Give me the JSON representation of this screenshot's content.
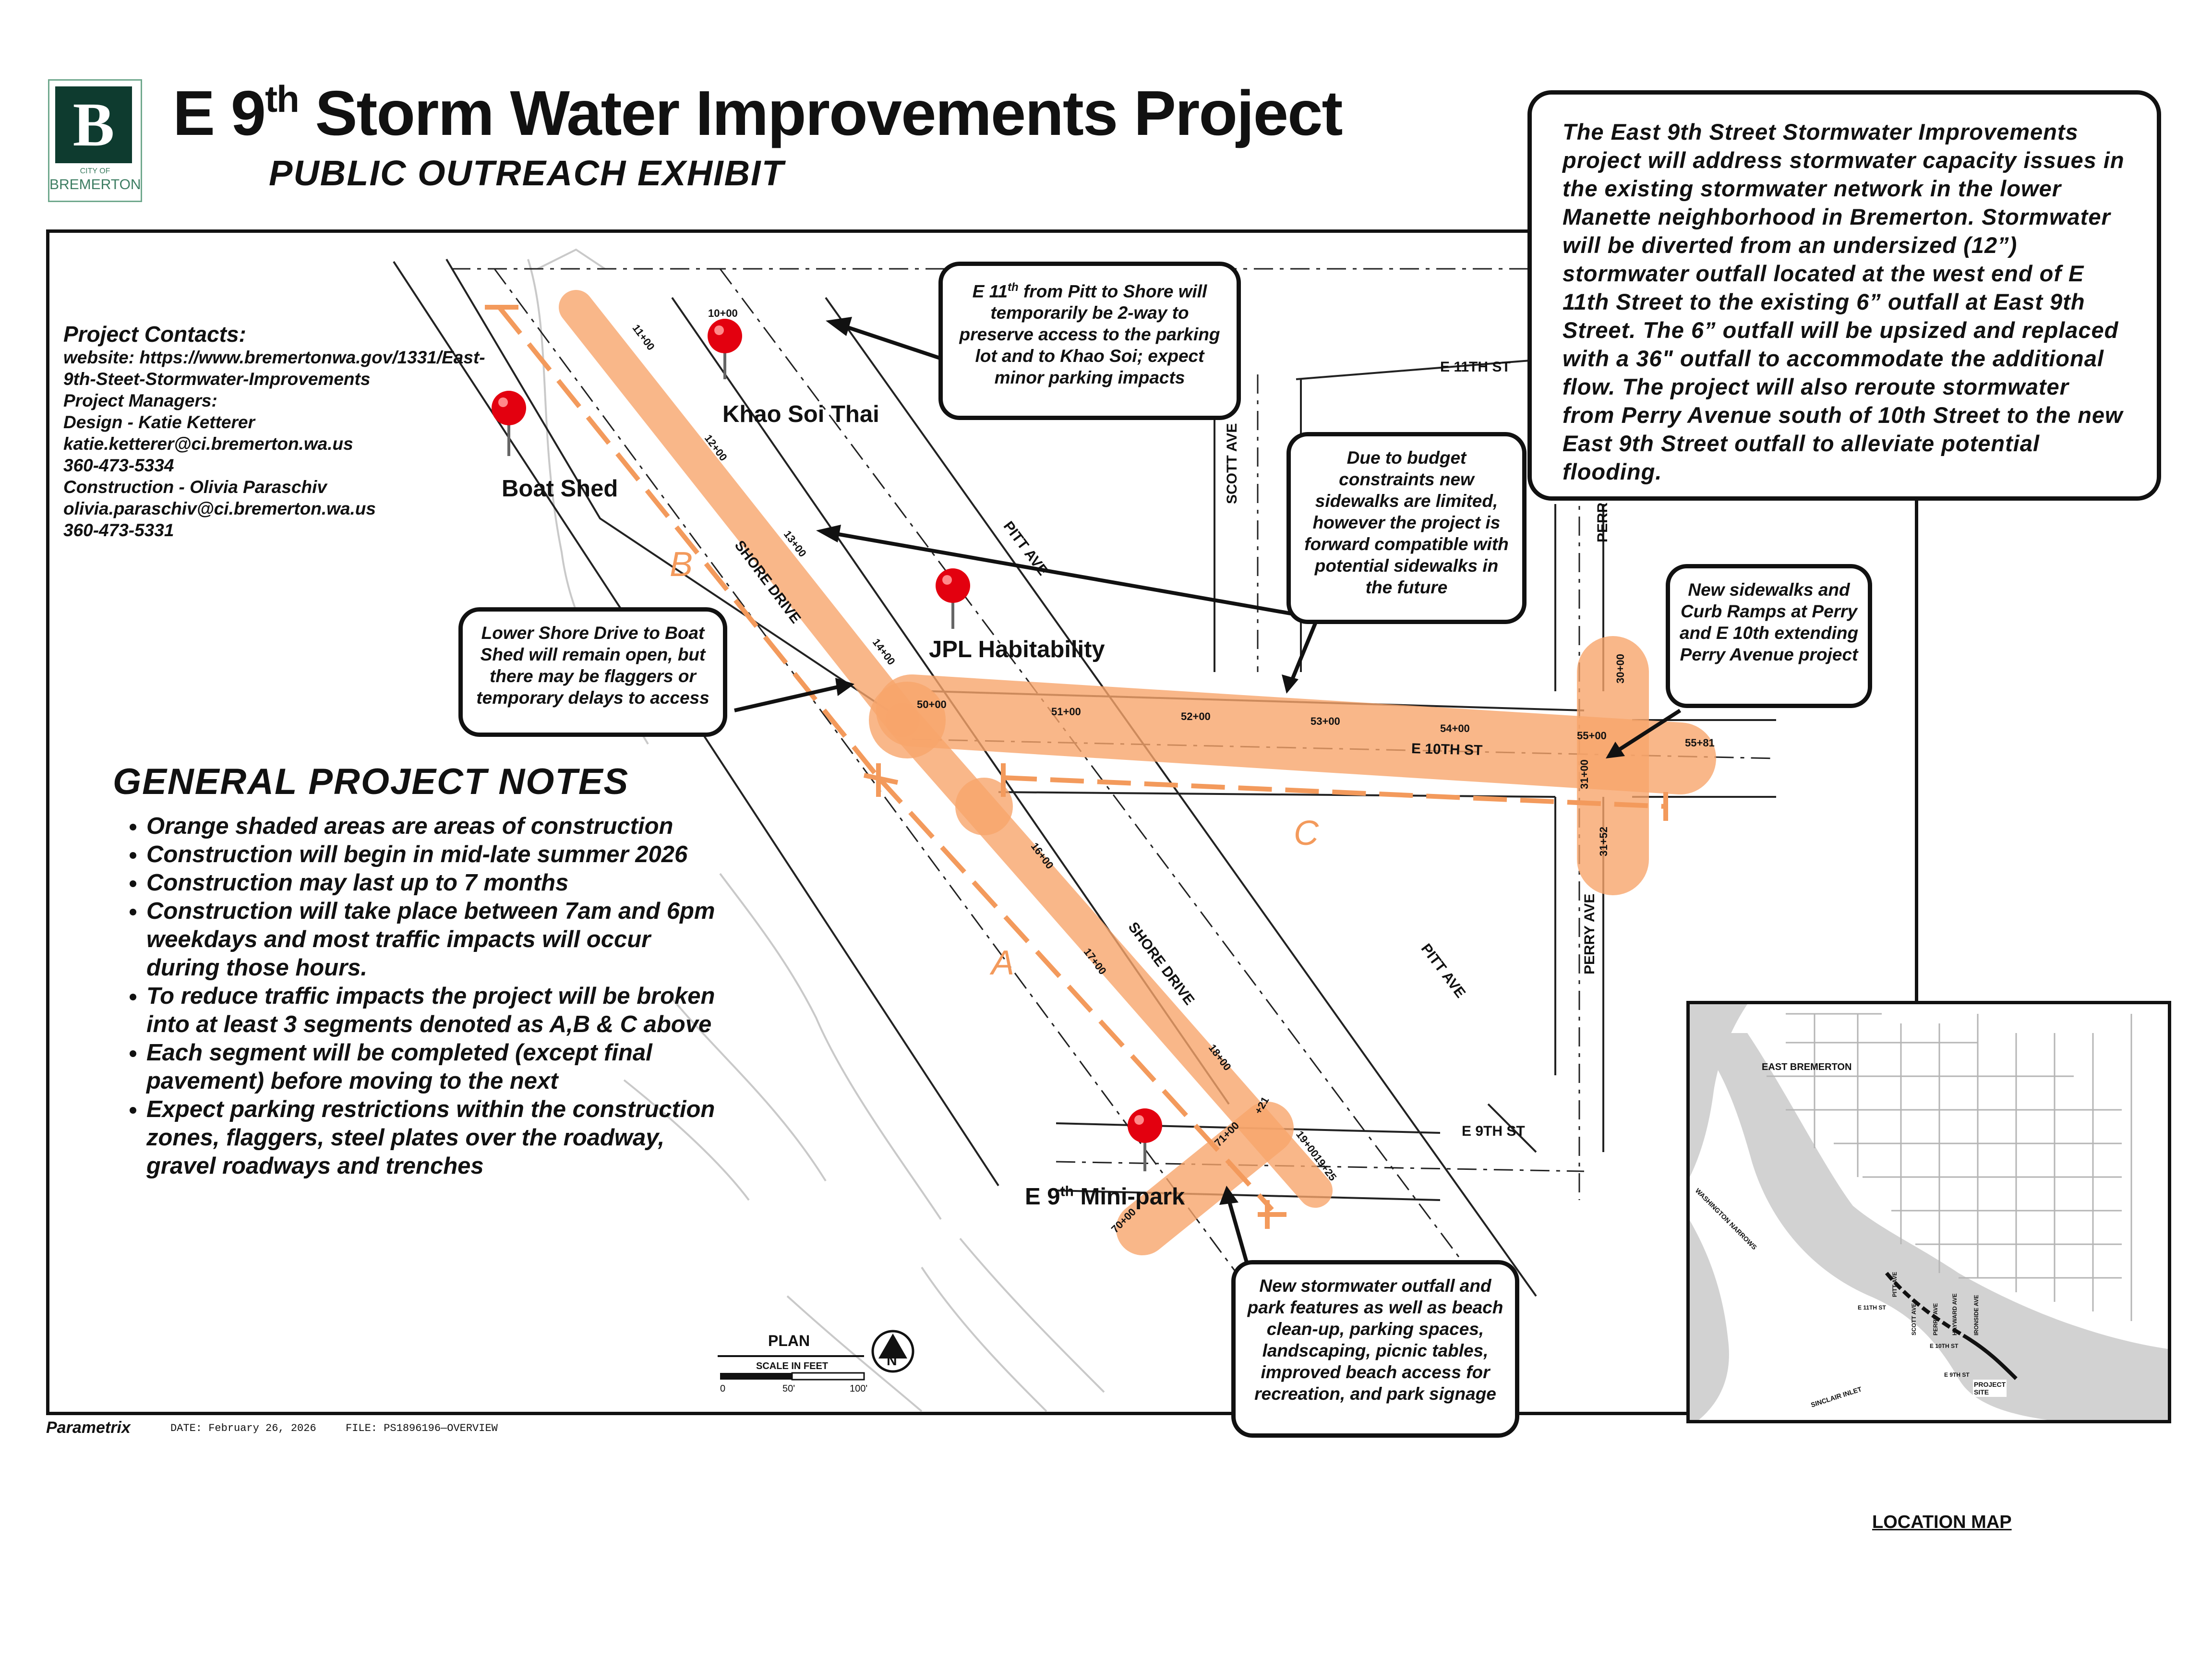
{
  "header": {
    "logo_letter": "B",
    "logo_city_of": "CITY OF",
    "logo_city_name": "BREMERTON",
    "title_main": "E 9",
    "title_sup": "th",
    "title_rest": " Storm Water Improvements Project",
    "subtitle": "PUBLIC OUTREACH EXHIBIT"
  },
  "description": "The East 9th Street Stormwater Improvements project will address stormwater capacity issues in the existing stormwater network in the lower Manette neighborhood in Bremerton. Stormwater will be diverted from an undersized (12”) stormwater outfall located at the west end of E 11th Street to the existing 6” outfall at East 9th Street. The 6” outfall will be upsized and replaced with a 36\" outfall to accommodate the additional flow. The project will also reroute stormwater from Perry Avenue south of 10th Street to the new East 9th Street outfall to alleviate potential flooding.",
  "contacts": {
    "heading": "Project Contacts:",
    "website_line1": "website: https://www.bremertonwa.gov/1331/East-",
    "website_line2": "9th-Steet-Stormwater-Improvements",
    "managers_label": "Project Managers:",
    "design": "Design - Katie Ketterer",
    "design_email": "katie.ketterer@ci.bremerton.wa.us",
    "design_phone": "360-473-5334",
    "construction": "Construction - Olivia Paraschiv",
    "construction_email": "olivia.paraschiv@ci.bremerton.wa.us",
    "construction_phone": "360-473-5331"
  },
  "notes": {
    "title": "GENERAL PROJECT NOTES",
    "items": [
      "Orange shaded areas are areas of construction",
      "Construction will begin in mid-late summer 2026",
      "Construction may last up to 7 months",
      "Construction will take place between 7am and 6pm weekdays and most traffic impacts will occur during those hours.",
      "To reduce traffic impacts the project will be broken into at least 3 segments denoted as A,B & C above",
      "Each segment will be completed (except final pavement) before moving to the next",
      "Expect parking restrictions within the construction zones, flaggers, steel plates over the roadway, gravel roadways and trenches"
    ]
  },
  "callouts": {
    "e11th_pre": "E 11",
    "e11th_sup": "th",
    "e11th_rest": " from Pitt to Shore will temporarily be 2-way to preserve access to the parking lot and to Khao Soi; expect minor parking impacts",
    "budget": "Due to budget constraints new sidewalks are limited, however the project is forward compatible with potential sidewalks in the future",
    "sidewalks": "New sidewalks and Curb Ramps at Perry and E 10th extending Perry Avenue project",
    "lower_shore": "Lower Shore Drive to Boat Shed will remain open, but there may be flaggers or temporary delays to access",
    "outfall": "New stormwater outfall and park features as well as beach clean-up, parking spaces, landscaping, picnic tables, improved beach access for recreation, and park signage"
  },
  "pins": {
    "khao_soi": "Khao Soi Thai",
    "boat_shed": "Boat Shed",
    "jpl": "JPL Habitability",
    "mini_park_pre": "E 9",
    "mini_park_sup": "th",
    "mini_park_rest": " Mini-park"
  },
  "segments": {
    "a": "A",
    "b": "B",
    "c": "C"
  },
  "streets": {
    "e11th": "E 11TH ST",
    "e10th": "E 10TH ST",
    "e9th": "E 9TH ST",
    "scott": "SCOTT AVE",
    "perry": "PERRY AVE",
    "perry_top": "PERR",
    "pitt_upper": "PITT AVE",
    "pitt_lower": "PITT AVE",
    "shore_upper": "SHORE DRIVE",
    "shore_lower": "SHORE DRIVE"
  },
  "stations": {
    "s10": "10+00",
    "s11": "11+00",
    "s12": "12+00",
    "s13": "13+00",
    "s14": "14+00",
    "s16": "16+00",
    "s17": "17+00",
    "s18": "18+00",
    "s19": "19+0019+25",
    "s50": "50+00",
    "s51": "51+00",
    "s52": "52+00",
    "s53": "53+00",
    "s54": "54+00",
    "s55": "55+00",
    "s5581": "55+81",
    "s30": "30+00",
    "s31": "31+00",
    "s3152": "31+52",
    "s70": "70+00",
    "s71": "71+00",
    "s21": "+21"
  },
  "scale": {
    "title": "PLAN",
    "label": "SCALE IN FEET",
    "t0": "0",
    "t50": "50'",
    "t100": "100'",
    "north": "N"
  },
  "location_map": {
    "title": "LOCATION MAP",
    "east_bremerton": "EAST BREMERTON",
    "washington_narrows": "WASHINGTON NARROWS",
    "sinclair_inlet": "SINCLAIR INLET",
    "project_site_1": "PROJECT",
    "project_site_2": "SITE",
    "e11th": "E 11TH ST",
    "e10th": "E 10TH ST",
    "e9th": "E 9TH ST",
    "pitt": "PITT AVE",
    "scott": "SCOTT AVE",
    "perry": "PERRY AVE",
    "hayward": "HAYWARD AVE",
    "ironside": "IRONSIDE AVE"
  },
  "footer": {
    "brand": "Parametrix",
    "date": "DATE:  February 26, 2026",
    "file": "FILE:  PS1896196—OVERVIEW"
  },
  "colors": {
    "construction": "#f7a56c",
    "segment_line": "#f39a5c",
    "pin": "#e3000f",
    "logo_green": "#0e3b2f"
  }
}
